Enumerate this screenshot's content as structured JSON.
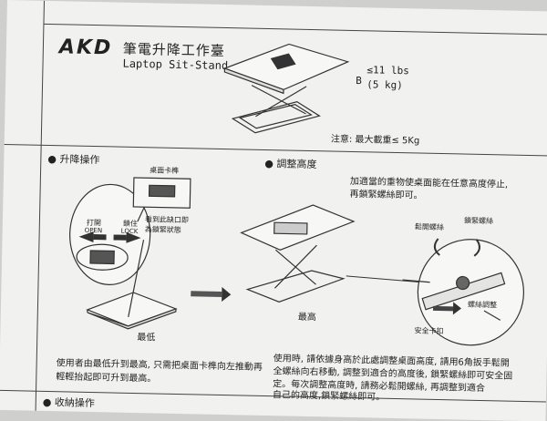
{
  "header": {
    "logo_text": "AKD",
    "title_zh": "筆電升降工作臺",
    "title_en": "Laptop Sit-Stand",
    "weight_marker": "B",
    "weight_lbs": "≤11 lbs",
    "weight_kg": "(5 kg)",
    "notice": "注意: 最大載重≤ 5Kg"
  },
  "section_lift": {
    "heading": "升降操作",
    "desk_lever_label": "桌面卡榫",
    "open_label_zh": "打開",
    "open_label_en": "OPEN",
    "lock_label_zh": "鎖住",
    "lock_label_en": "LOCK",
    "notch_note_1": "看到此缺口即",
    "notch_note_2": "為鎖緊狀態",
    "lowest_label": "最低",
    "instruction_1": "使用者由最低升到最高, 只需把桌面卡榫向左推動再",
    "instruction_2": "輕輕抬起即可升到最高。"
  },
  "section_adjust": {
    "heading": "調整高度",
    "note_1": "加適當的重物使桌面能在任意高度停止,",
    "note_2": "再鎖緊螺絲即可。",
    "highest_label": "最高",
    "loosen_label": "鬆開螺絲",
    "tighten_label": "鎖緊螺絲",
    "adjust_label": "螺絲調整",
    "safety_label": "安全卡扣",
    "instruction_1": "使用時, 請依據身高於此處調整桌面高度, 請用6角扳手鬆開",
    "instruction_2": "全螺絲向右移動, 調整到適合的高度後, 鎖緊螺絲即可安全固",
    "instruction_3": "定。每次調整高度時, 請務必鬆開螺絲, 再調整到適合",
    "instruction_4": "自己的高度,鎖緊螺絲即可。"
  },
  "section_store": {
    "heading": "收納操作"
  }
}
